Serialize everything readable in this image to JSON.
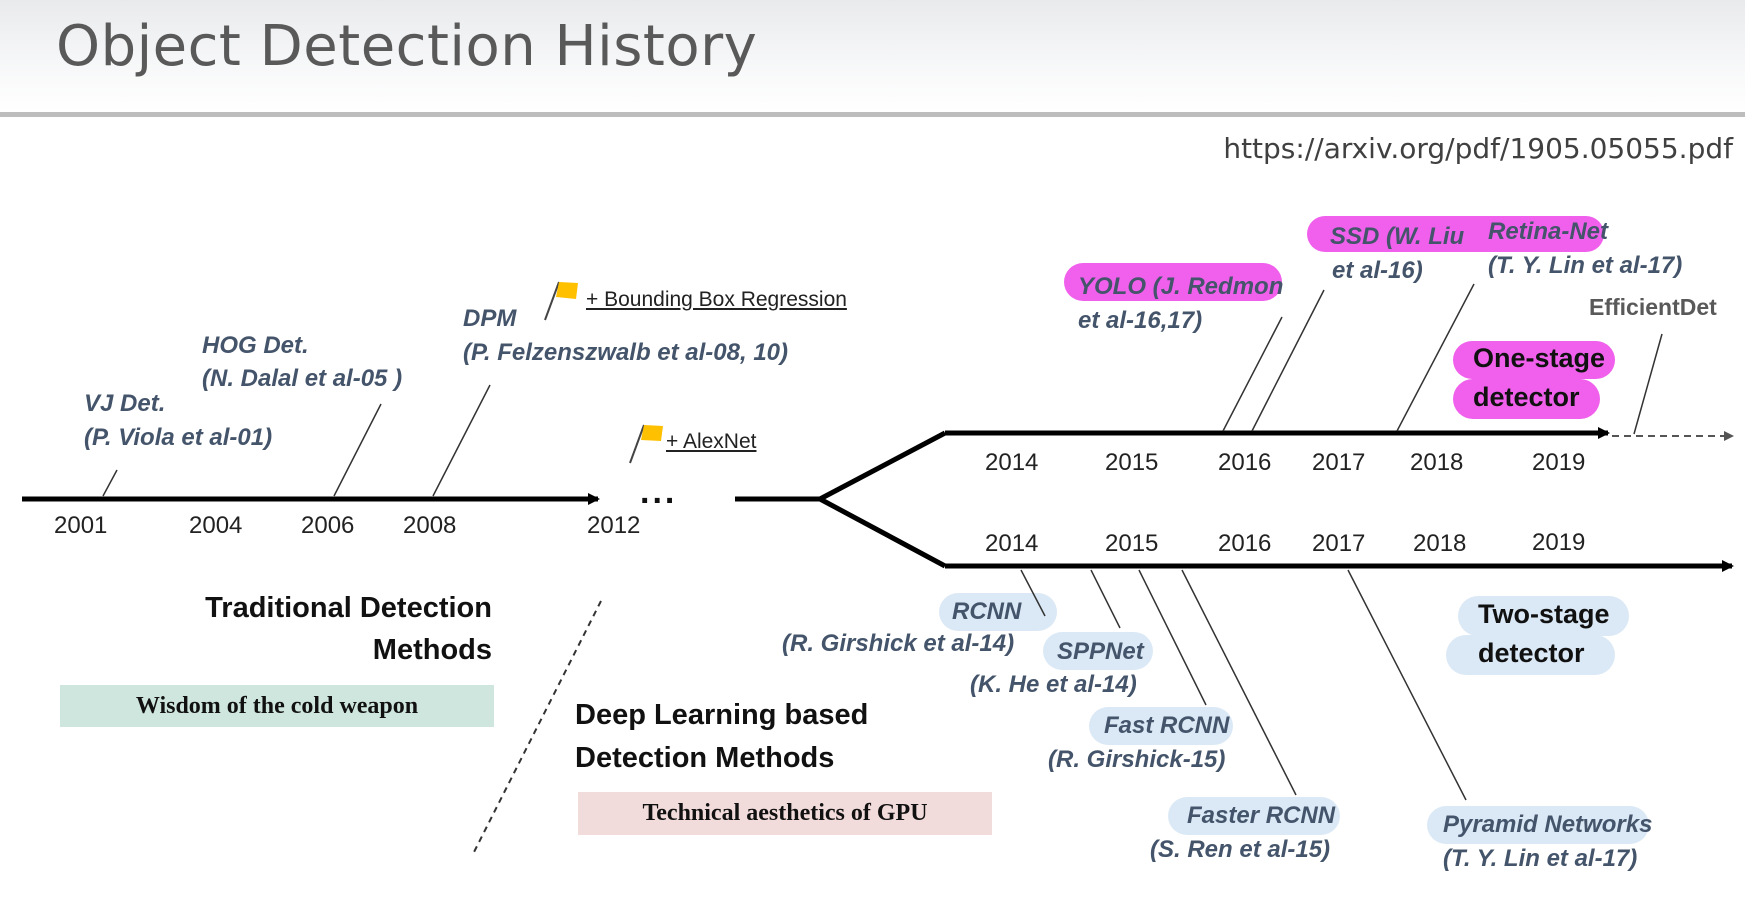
{
  "title": "Object Detection History",
  "source": "https://arxiv.org/pdf/1905.05055.pdf",
  "traditional": {
    "years": [
      "2001",
      "2004",
      "2006",
      "2008",
      "2012"
    ],
    "ellipsis": "...",
    "detectors": [
      {
        "name": "VJ Det.",
        "cite": "(P. Viola et al-01)"
      },
      {
        "name": "HOG Det.",
        "cite": "(N. Dalal et al-05 )"
      },
      {
        "name": "DPM",
        "cite": "(P. Felzenszwalb et al-08, 10)"
      }
    ],
    "flags": [
      "+ Bounding Box Regression",
      "+ AlexNet"
    ],
    "section_line1": "Traditional Detection",
    "section_line2": "Methods",
    "caption": "Wisdom of the cold weapon"
  },
  "deep": {
    "section_line1": "Deep Learning based",
    "section_line2": "Detection Methods",
    "caption": "Technical aesthetics of GPU"
  },
  "one_stage": {
    "years": [
      "2014",
      "2015",
      "2016",
      "2017",
      "2018",
      "2019"
    ],
    "label_line1": "One-stage",
    "label_line2": "detector",
    "detectors": [
      {
        "name": "YOLO (J. Redmon",
        "cite": "et al-16,17)"
      },
      {
        "name": "SSD (W. Liu",
        "cite": "et al-16)"
      },
      {
        "name": "Retina-Net",
        "cite": "(T. Y. Lin et al-17)"
      }
    ],
    "future": "EfficientDet"
  },
  "two_stage": {
    "years": [
      "2014",
      "2015",
      "2016",
      "2017",
      "2018",
      "2019"
    ],
    "label_line1": "Two-stage",
    "label_line2": "detector",
    "detectors": [
      {
        "name": "RCNN",
        "cite": "(R. Girshick et al-14)"
      },
      {
        "name": "SPPNet",
        "cite": "(K. He et al-14)"
      },
      {
        "name": "Fast RCNN",
        "cite": "(R. Girshick-15)"
      },
      {
        "name": "Faster RCNN",
        "cite": "(S. Ren et al-15)"
      },
      {
        "name": "Pyramid Networks",
        "cite": "(T. Y. Lin et al-17)"
      }
    ]
  },
  "colors": {
    "one_stage_highlight": "#f060ec",
    "two_stage_highlight": "#dbe9f6",
    "cite_text": "#44546a",
    "cold_weapon_box": "#cfe6df",
    "gpu_box": "#f2dcdb",
    "flag": "#ffc000"
  }
}
